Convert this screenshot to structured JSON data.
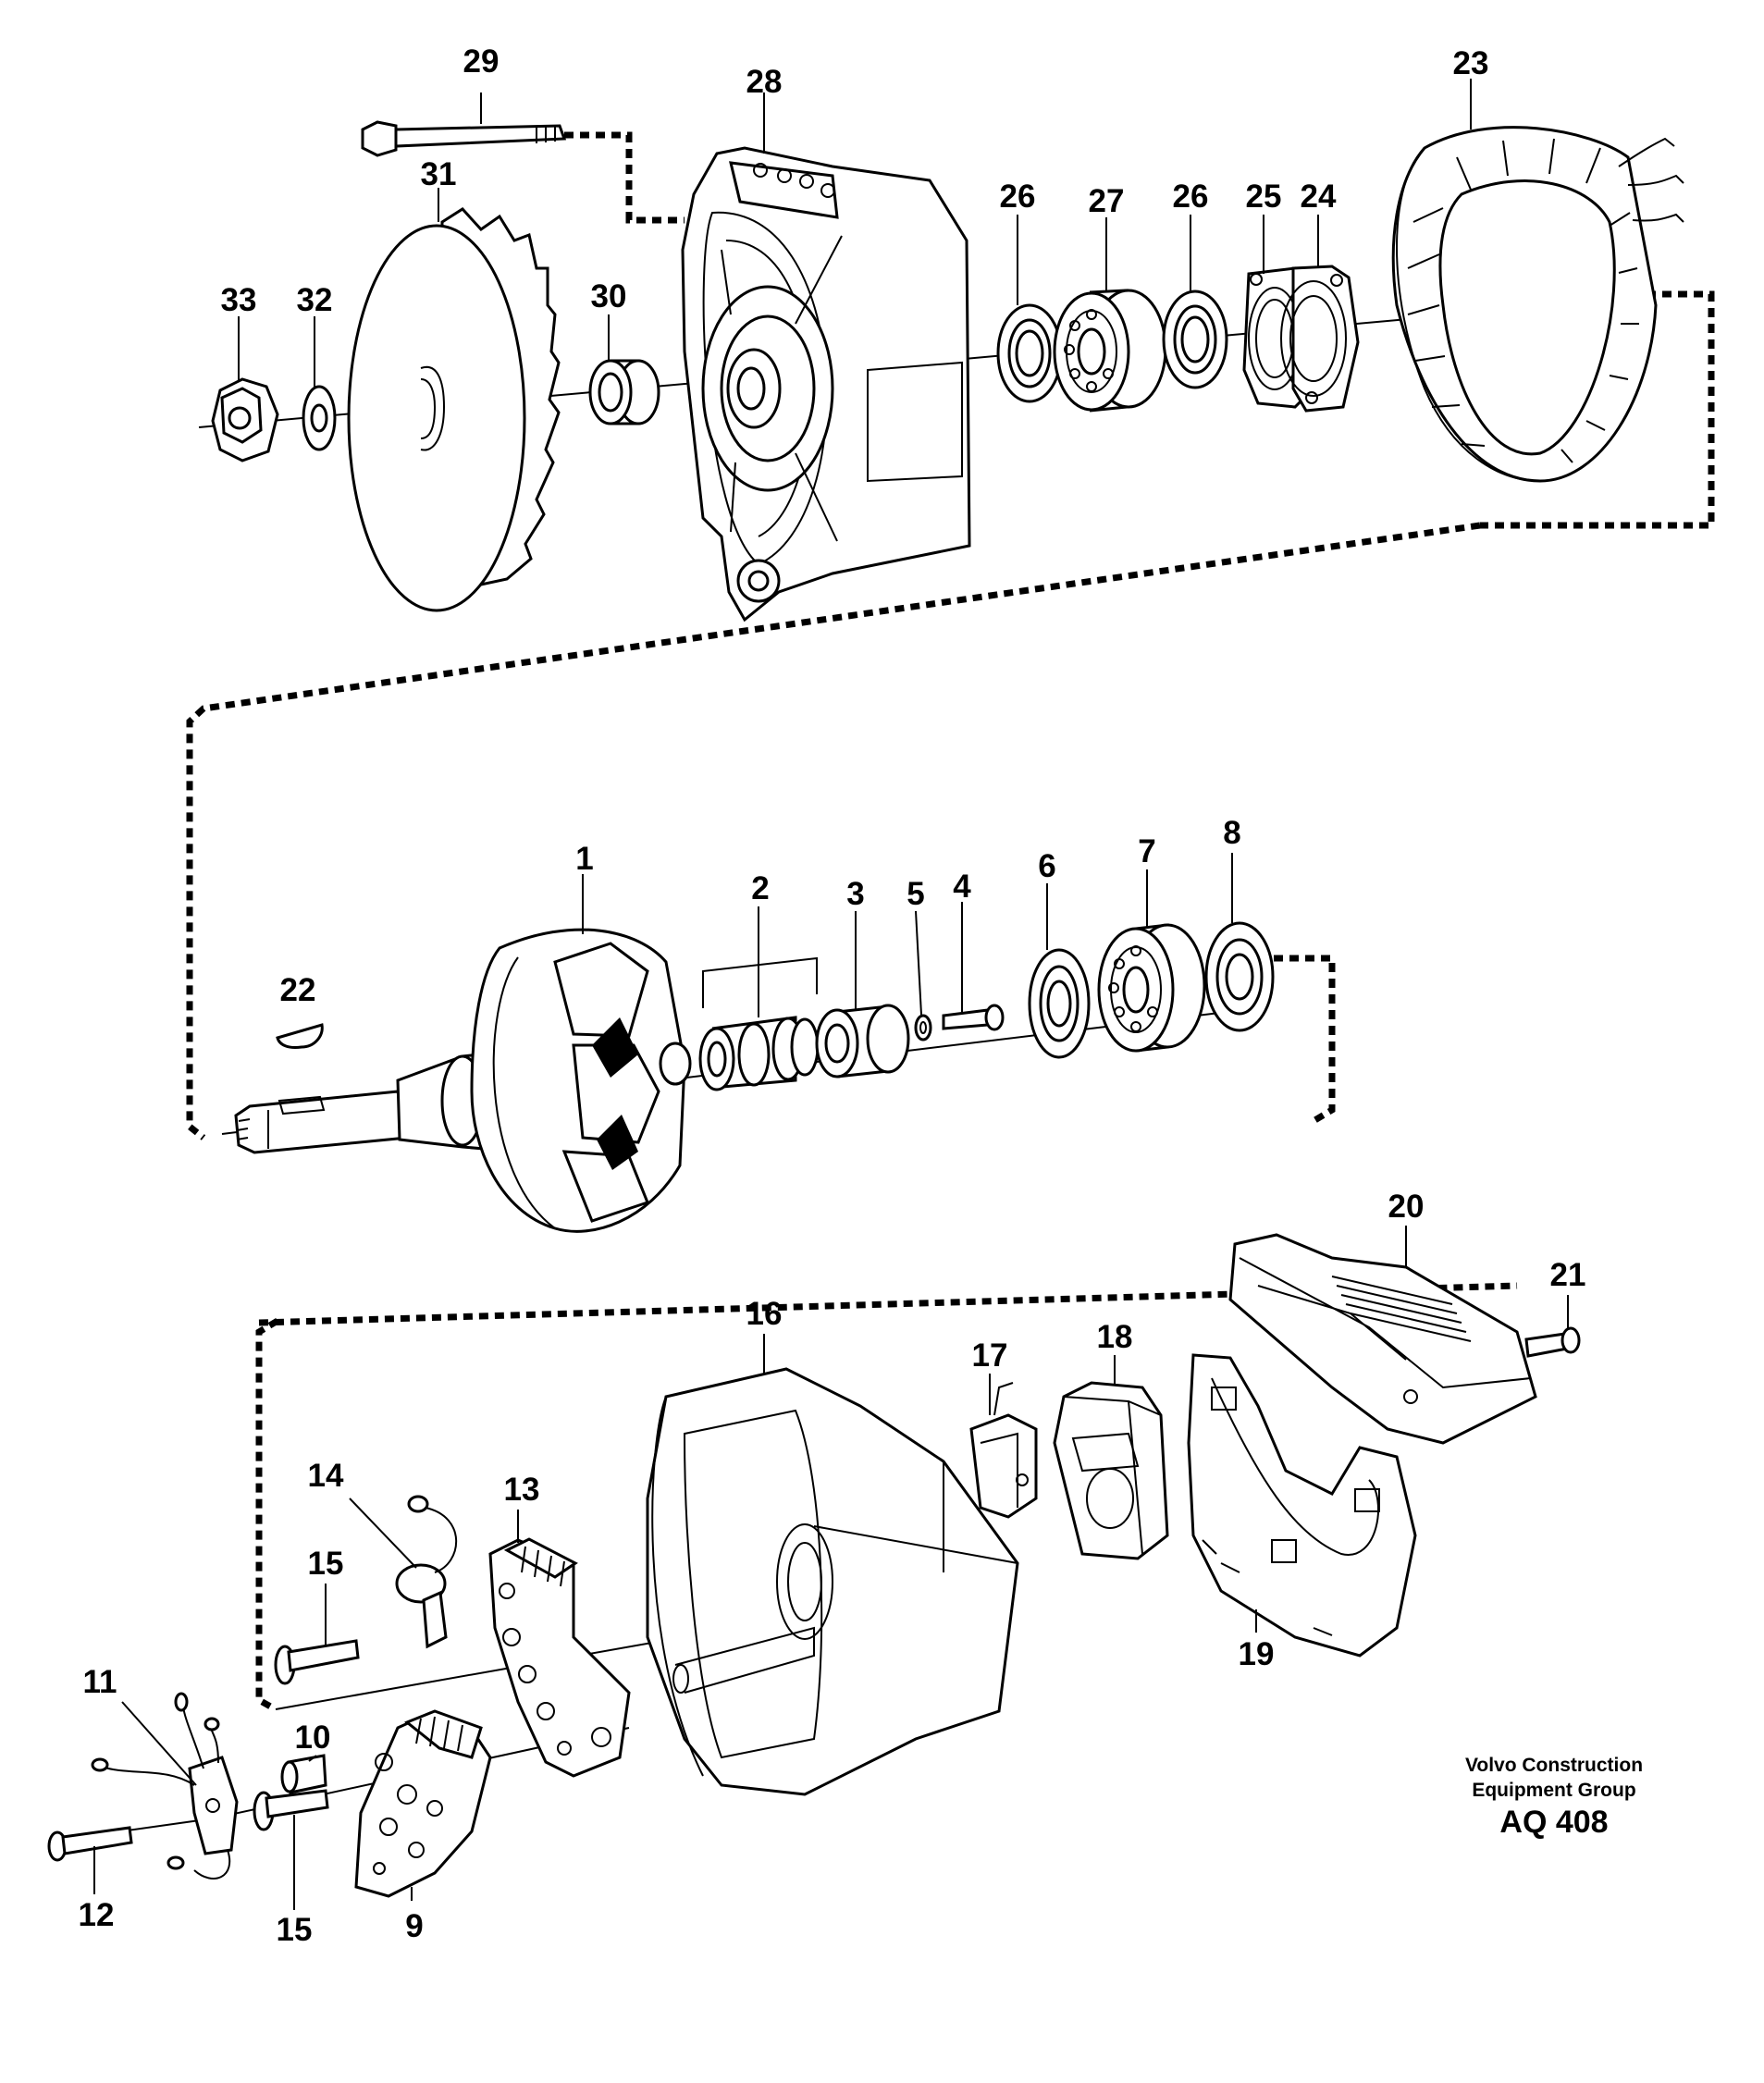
{
  "callouts": [
    {
      "id": "1",
      "text": "1"
    },
    {
      "id": "2",
      "text": "2"
    },
    {
      "id": "3",
      "text": "3"
    },
    {
      "id": "4",
      "text": "4"
    },
    {
      "id": "5",
      "text": "5"
    },
    {
      "id": "6",
      "text": "6"
    },
    {
      "id": "7",
      "text": "7"
    },
    {
      "id": "8",
      "text": "8"
    },
    {
      "id": "9",
      "text": "9"
    },
    {
      "id": "10",
      "text": "10"
    },
    {
      "id": "11",
      "text": "11"
    },
    {
      "id": "12",
      "text": "12"
    },
    {
      "id": "13",
      "text": "13"
    },
    {
      "id": "14",
      "text": "14"
    },
    {
      "id": "15a",
      "text": "15"
    },
    {
      "id": "15b",
      "text": "15"
    },
    {
      "id": "16",
      "text": "16"
    },
    {
      "id": "17",
      "text": "17"
    },
    {
      "id": "18",
      "text": "18"
    },
    {
      "id": "19",
      "text": "19"
    },
    {
      "id": "20",
      "text": "20"
    },
    {
      "id": "21",
      "text": "21"
    },
    {
      "id": "22",
      "text": "22"
    },
    {
      "id": "23",
      "text": "23"
    },
    {
      "id": "24",
      "text": "24"
    },
    {
      "id": "25",
      "text": "25"
    },
    {
      "id": "26a",
      "text": "26"
    },
    {
      "id": "26b",
      "text": "26"
    },
    {
      "id": "27",
      "text": "27"
    },
    {
      "id": "28",
      "text": "28"
    },
    {
      "id": "29",
      "text": "29"
    },
    {
      "id": "30",
      "text": "30"
    },
    {
      "id": "31",
      "text": "31"
    },
    {
      "id": "32",
      "text": "32"
    },
    {
      "id": "33",
      "text": "33"
    }
  ],
  "credit": {
    "line1": "Volvo Construction",
    "line2": "Equipment Group",
    "code": "AQ 408"
  }
}
